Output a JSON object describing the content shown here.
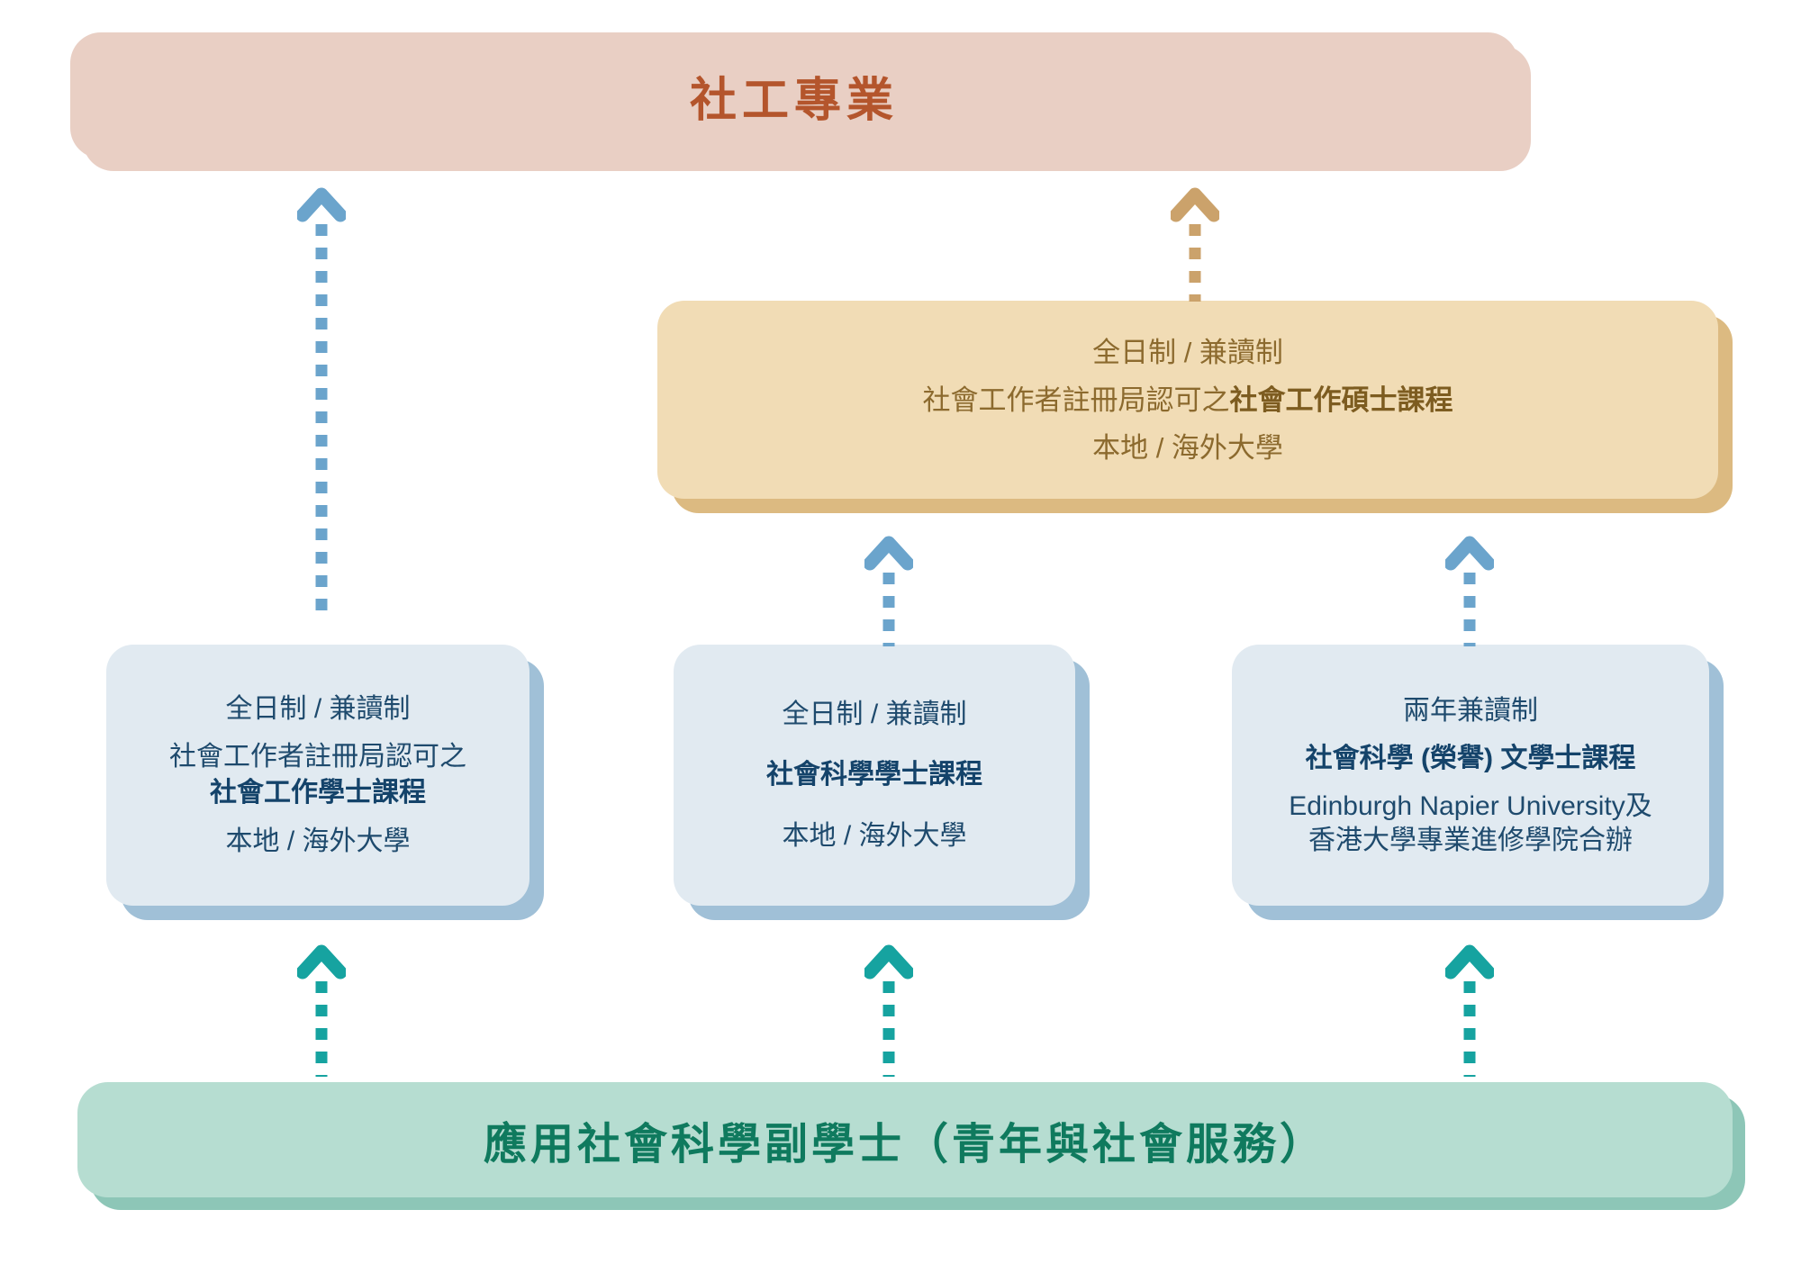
{
  "diagram": {
    "title_top": "社工專業",
    "title_bottom": "應用社會科學副學士（青年與社會服務）",
    "colors": {
      "profession_fill": "#e9cfc4",
      "profession_text": "#b4552c",
      "master_fill": "#f1dcb5",
      "master_shadow": "#dcba81",
      "master_text": "#8c6a2e",
      "bachelor_fill": "#e1eaf1",
      "bachelor_shadow": "#a0c0d7",
      "bachelor_text": "#1e4a6d",
      "associate_fill": "#b6ddd1",
      "associate_shadow": "#8dc6b7",
      "associate_text": "#0f7a5e",
      "arrow_blue": "#6ba4cc",
      "arrow_tan": "#cba26b",
      "arrow_teal": "#16a3a0"
    }
  },
  "profession": {
    "label": "社工專業"
  },
  "master": {
    "mode": "全日制 / 兼讀制",
    "programme_prefix": "社會工作者註冊局認可之",
    "programme_name": "社會工作碩士課程",
    "provider": "本地 / 海外大學"
  },
  "bachelors": [
    {
      "id": "bachelor-social-work",
      "mode": "全日制 / 兼讀制",
      "programme_prefix": "社會工作者註冊局認可之",
      "programme_name": "社會工作學士課程",
      "provider": "本地 / 海外大學"
    },
    {
      "id": "bachelor-social-science",
      "mode": "全日制 / 兼讀制",
      "programme_prefix": "",
      "programme_name": "社會科學學士課程",
      "provider": "本地 / 海外大學"
    },
    {
      "id": "bachelor-arts-honours",
      "mode": "兩年兼讀制",
      "programme_prefix": "",
      "programme_name": "社會科學 (榮譽) 文學士課程",
      "provider_line1": "Edinburgh Napier University及",
      "provider_line2": "香港大學專業進修學院合辦"
    }
  ],
  "associate": {
    "label": "應用社會科學副學士（青年與社會服務）"
  },
  "arrows": [
    {
      "id": "arrow-social-work-to-profession",
      "color": "blue",
      "icon": "up-arrow-icon"
    },
    {
      "id": "arrow-master-to-profession",
      "color": "tan",
      "icon": "up-arrow-icon"
    },
    {
      "id": "arrow-social-science-to-master",
      "color": "blue",
      "icon": "up-arrow-icon"
    },
    {
      "id": "arrow-arts-honours-to-master",
      "color": "blue",
      "icon": "up-arrow-icon"
    },
    {
      "id": "arrow-associate-to-social-work",
      "color": "teal",
      "icon": "up-arrow-icon"
    },
    {
      "id": "arrow-associate-to-social-science",
      "color": "teal",
      "icon": "up-arrow-icon"
    },
    {
      "id": "arrow-associate-to-arts-honours",
      "color": "teal",
      "icon": "up-arrow-icon"
    }
  ]
}
